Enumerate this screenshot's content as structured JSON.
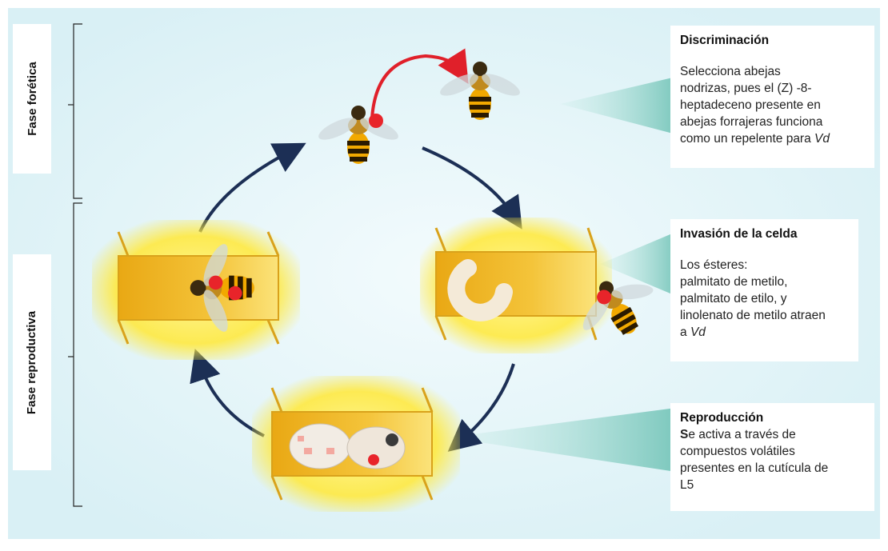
{
  "phases": {
    "foretica": "Fase forética",
    "reproductiva": "Fase reproductiva"
  },
  "boxes": {
    "discriminacion": {
      "title": "Discriminación",
      "line1": "Selecciona abejas",
      "line2": "nodrizas,  pues el (Z) -8-",
      "line3": "heptadeceno presente en",
      "line4": "abejas forrajeras funciona",
      "line5_prefix": "como un repelente para ",
      "line5_italic": "Vd"
    },
    "invasion": {
      "title": "Invasión de la celda",
      "line1": "Los ésteres:",
      "line2": "palmitato de metilo,",
      "line3": "palmitato de etilo, y",
      "line4": "linolenato de metilo atraen",
      "line5_prefix": "a ",
      "line5_italic": "Vd"
    },
    "reproduccion": {
      "title": "Reproducción",
      "line1_bold": "S",
      "line1_rest": "e activa a través de",
      "line2": "compuestos volátiles",
      "line3": "presentes en la cutícula de",
      "line4": "L5"
    }
  },
  "colors": {
    "background": "#e4f5f9",
    "cycle_arrow": "#1c2f55",
    "transfer_arrow": "#e0202a",
    "cell_glow": "#fff27a",
    "cell_wall": "#d9a21b",
    "mite": "#e8242a",
    "callout": "#9fd8cf"
  },
  "icons": [
    "bee-with-mite-icon",
    "bee-icon",
    "brood-cell-icon",
    "larva-icon",
    "pupa-icon",
    "mite-icon"
  ]
}
